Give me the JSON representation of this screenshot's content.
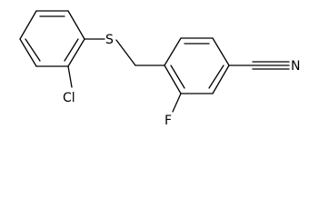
{
  "molecule": {
    "atoms": {
      "sulfur": "S",
      "chlorine": "Cl",
      "fluorine": "F",
      "nitrogen": "N"
    }
  }
}
